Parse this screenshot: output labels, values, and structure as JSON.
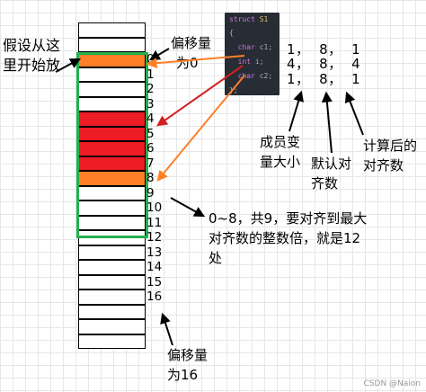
{
  "memory": {
    "fills": [
      "white",
      "white",
      "orange",
      "white",
      "white",
      "white",
      "red",
      "red",
      "red",
      "red",
      "orange",
      "white",
      "white",
      "white",
      "white",
      "white",
      "white",
      "white",
      "white",
      "white",
      "white",
      "white"
    ],
    "index_labels": [
      "0",
      "1",
      "2",
      "3",
      "4",
      "5",
      "6",
      "7",
      "8",
      "9",
      "10",
      "11",
      "12",
      "13",
      "14",
      "15",
      "16"
    ]
  },
  "annotations": {
    "start_line1": "假设从这",
    "start_line2": "里开始放",
    "offset0_line1": "偏移量",
    "offset0_line2": "为0",
    "member_size_line1": "成员变",
    "member_size_line2": "量大小",
    "default_align_line1": "默认对",
    "default_align_line2": "齐数",
    "computed_align_line1": "计算后的",
    "computed_align_line2": "对齐数",
    "explain_line1": "0~8，共9，要对齐到最大",
    "explain_line2": "对齐数的整数倍，就是12",
    "explain_line3": "处",
    "offset16_line1": "偏移量",
    "offset16_line2": "为16"
  },
  "code": {
    "line1_kw": "struct",
    "line1_name": "S1",
    "line2": "{",
    "line3_type": "char",
    "line3_var": "c1;",
    "line4_type": "int",
    "line4_var": "i;",
    "line5_type": "char",
    "line5_var": "c2;",
    "line6": "};"
  },
  "table_values": {
    "row1": "1，  8，  1",
    "row2": "4，  8，  4",
    "row3": "1，  8，  1"
  },
  "colors": {
    "orange": "#ff7f27",
    "red": "#ee1c24",
    "green": "#22b14c",
    "arrow_orange": "#ff7f27",
    "arrow_red": "#d42020"
  },
  "watermark": "CSDN @Naion"
}
